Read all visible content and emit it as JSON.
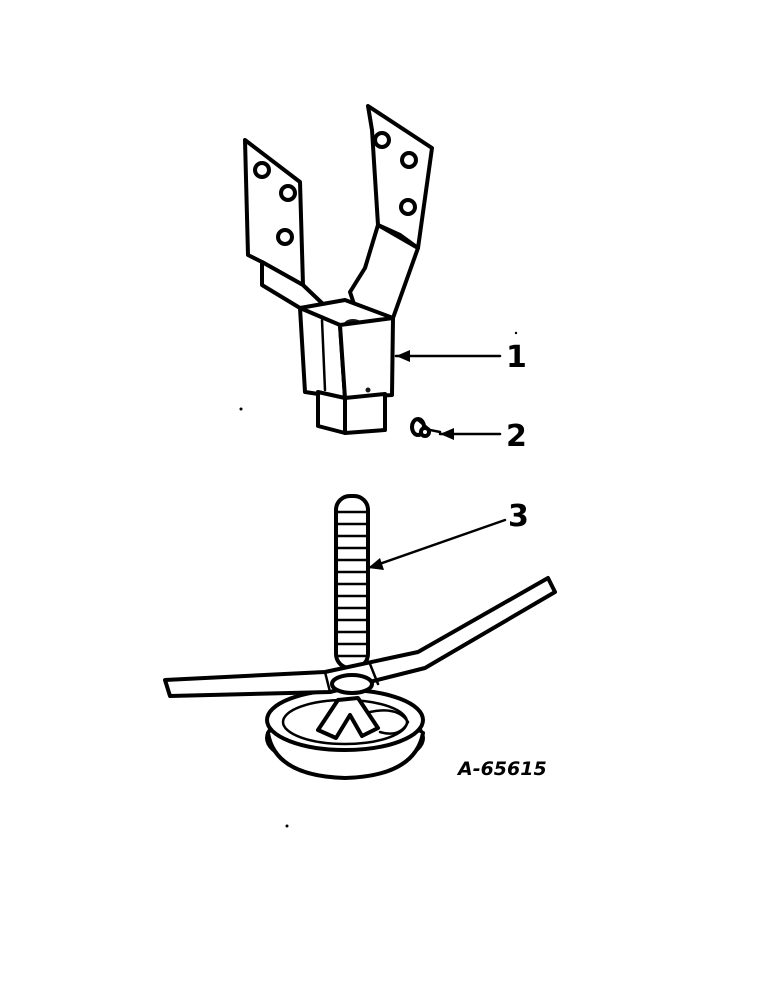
{
  "callouts": [
    {
      "number": "1",
      "part": "jack-bracket"
    },
    {
      "number": "2",
      "part": "pin"
    },
    {
      "number": "3",
      "part": "jack-screw-with-crank-and-foot"
    }
  ],
  "figure_reference": "A-65615"
}
